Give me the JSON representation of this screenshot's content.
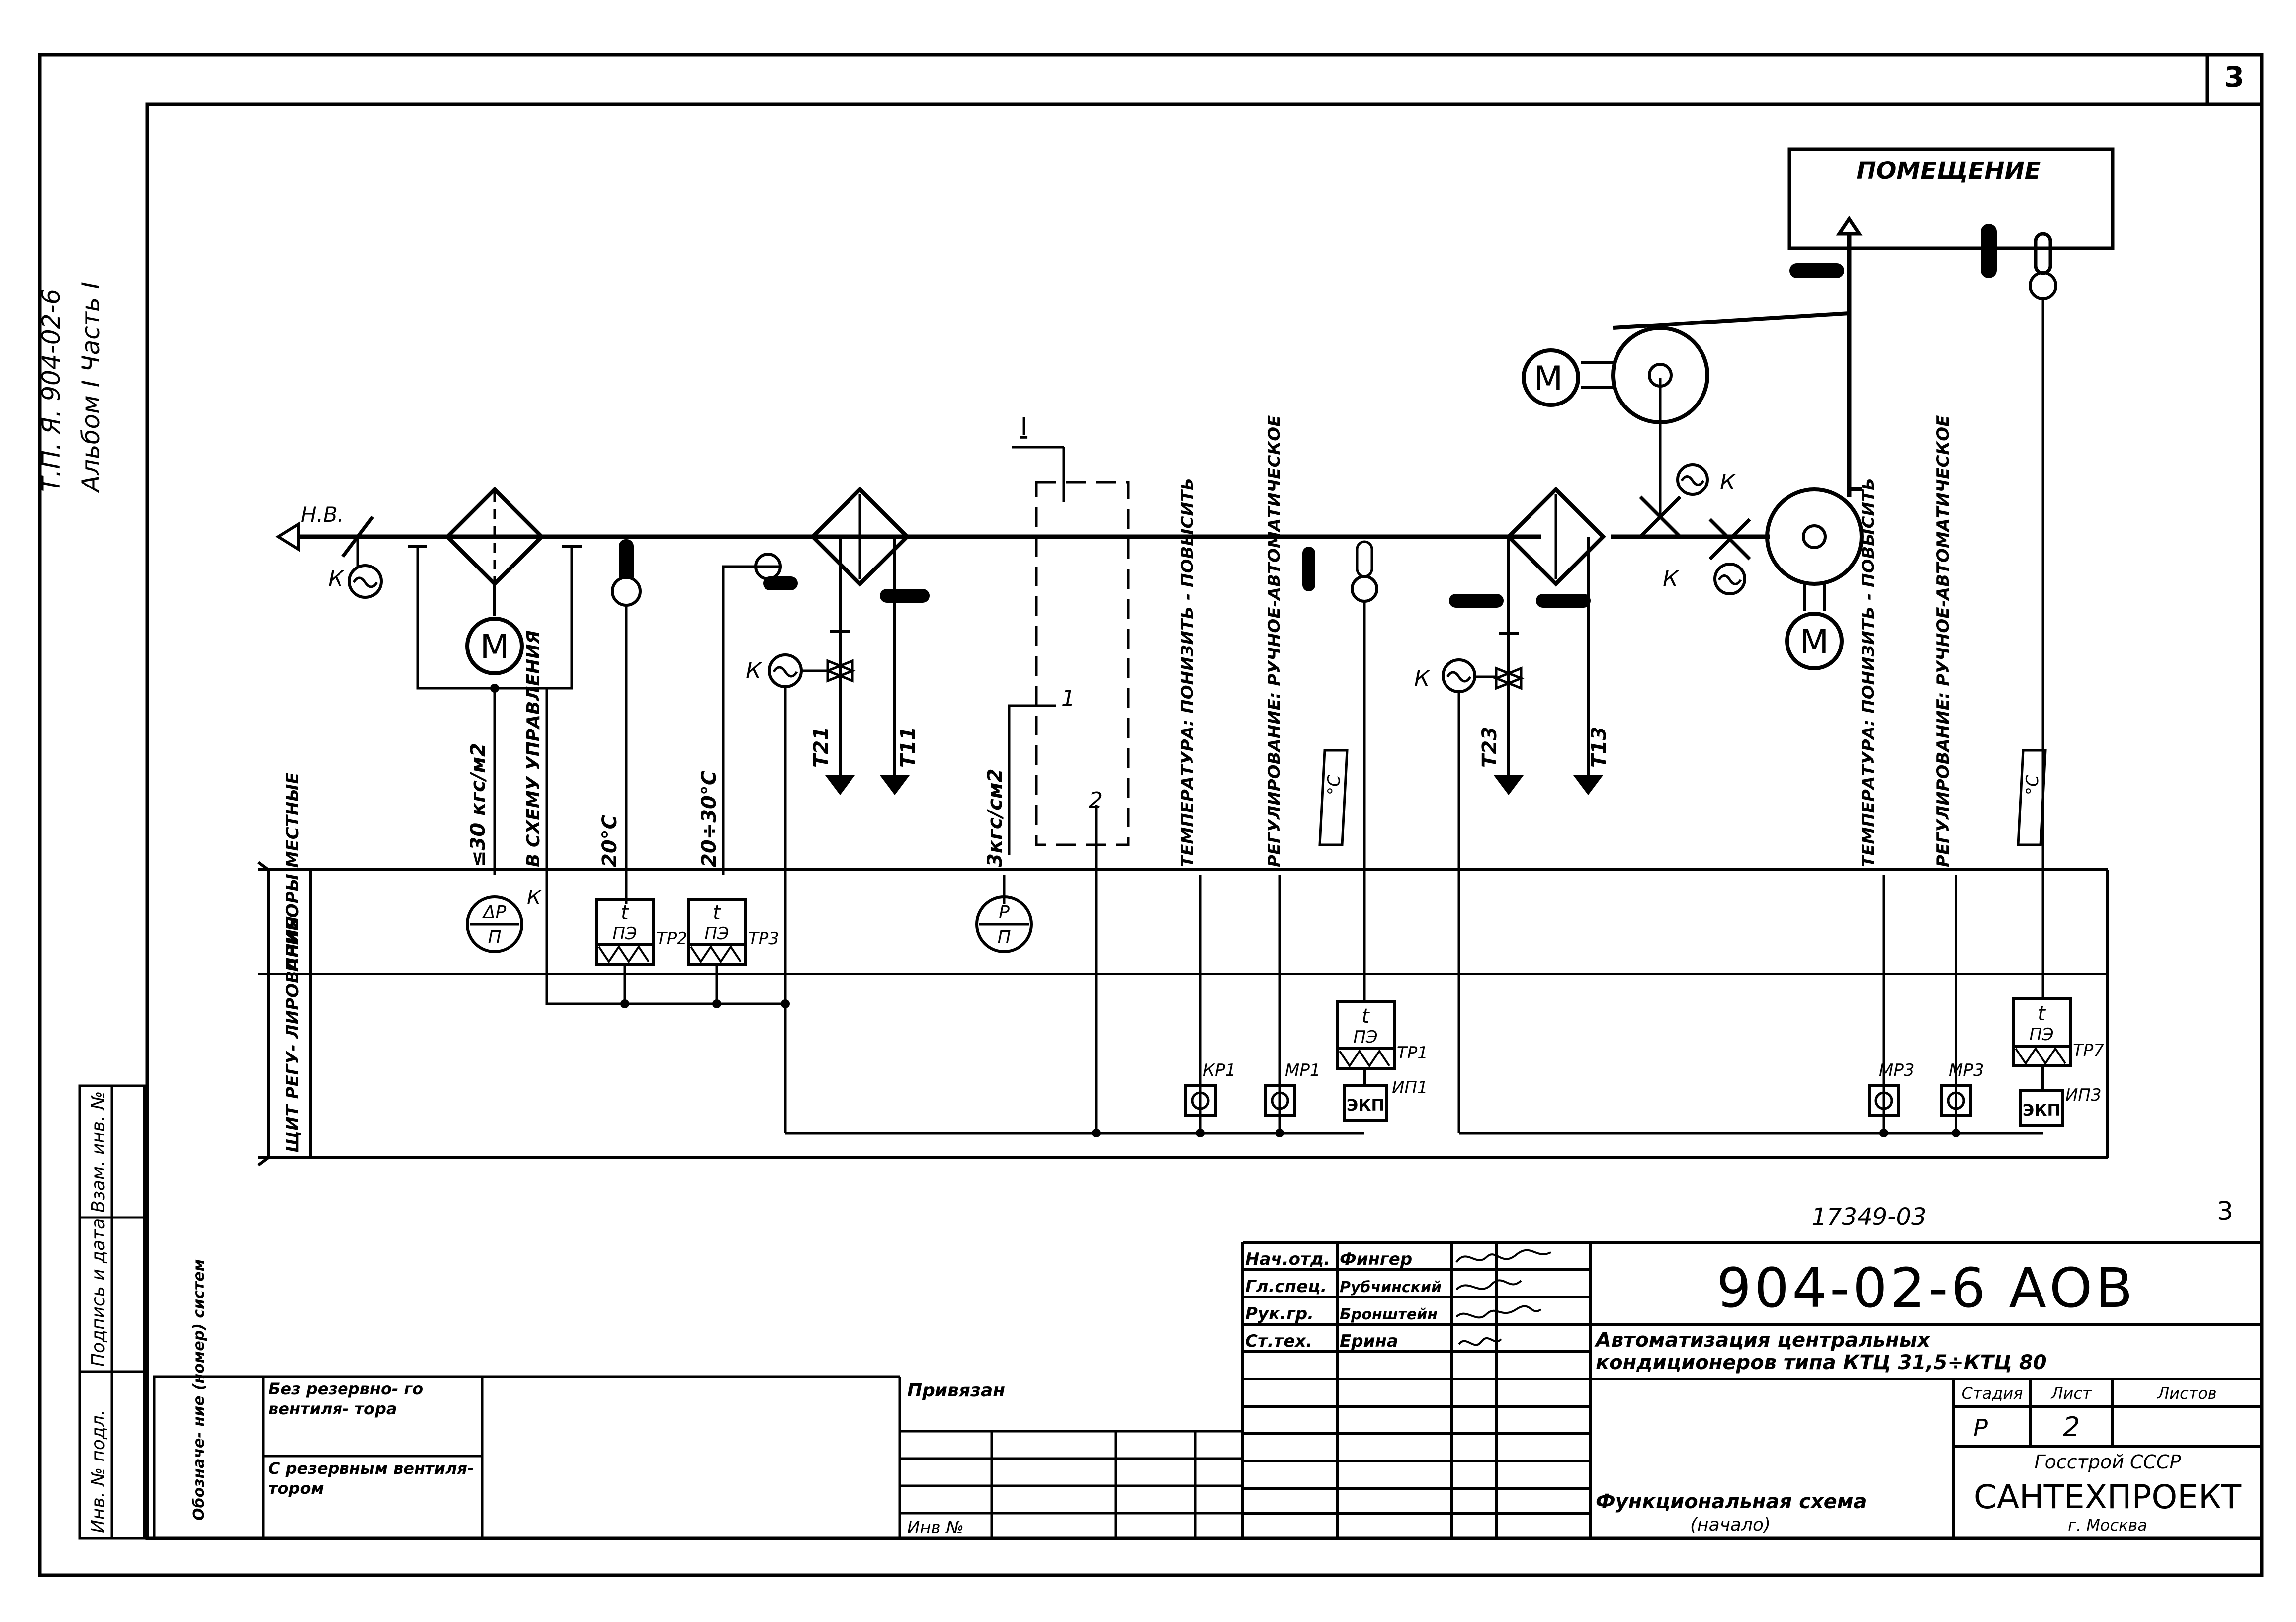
{
  "sheet": {
    "corner_number": "3",
    "bottom_sheet_number": "3",
    "side_label_1": "Т.П. Я. 904-02-6",
    "side_label_2": "Альбом I Часть I",
    "stamp_number": "17349-03"
  },
  "left_stamp": {
    "cells": [
      "Инв. № подл.",
      "Подпись и дата",
      "Взам. инв. №"
    ]
  },
  "diagram": {
    "inlet_label": "Н.В.",
    "room_label": "ПОМЕЩЕНИЕ",
    "section_label": "I",
    "motor_label": "М",
    "valve_actuator_label": "К",
    "point_1": "1",
    "point_2": "2",
    "line_labels": {
      "pressure_drop": "≤30 кгс/м2",
      "control_scheme": "В СХЕМУ УПРАВЛЕНИЯ",
      "temp_20": "20°С",
      "temp_range": "20÷30°С",
      "pressure": "3кгс/см2",
      "t11": "Т11",
      "t21": "Т21",
      "t13": "Т13",
      "t23": "Т23",
      "temp_select_1": "ТЕМПЕРАТУРА: ПОНИЗИТЬ - ПОВЫСИТЬ",
      "regulation_1": "РЕГУЛИРОВАНИЕ: РУЧНОЕ-АВТОМАТИЧЕСКОЕ",
      "temp_select_2": "ТЕМПЕРАТУРА: ПОНИЗИТЬ - ПОВЫСИТЬ",
      "regulation_2": "РЕГУЛИРОВАНИЕ: РУЧНОЕ-АВТОМАТИЧЕСКОЕ",
      "unit_c": "°С"
    },
    "rows": {
      "local": "ПРИБОРЫ МЕСТНЫЕ",
      "panel": "ЩИТ РЕГУ- ЛИРОВАНИЯ"
    },
    "instruments": {
      "dp_top": "ΔР",
      "dp_bottom": "П",
      "dp_k": "К",
      "p_top": "Р",
      "p_bottom": "П",
      "t_sym": "t",
      "pi": "ПЭ",
      "tr2": "ТР2",
      "tr3": "ТР3",
      "tr1": "ТР1",
      "tr7": "ТР7",
      "kp1": "КР1",
      "mp1": "МР1",
      "ip1": "ИП1",
      "mp3a": "МР3",
      "mp3b": "МР3",
      "ip3": "ИП3",
      "ekp": "ЭКП"
    }
  },
  "title_block": {
    "signatures": [
      {
        "role": "Нач.отд.",
        "name": "Фингер"
      },
      {
        "role": "Гл.спец.",
        "name": "Рубчинский"
      },
      {
        "role": "Рук.гр.",
        "name": "Бронштейн"
      },
      {
        "role": "Ст.тех.",
        "name": "Ерина"
      }
    ],
    "doc_code": "904-02-6 АОВ",
    "title_line1": "Автоматизация центральных",
    "title_line2": "кондиционеров типа КТЦ 31,5÷КТЦ 80",
    "stage_header": "Стадия",
    "sheet_header": "Лист",
    "sheets_header": "Листов",
    "stage": "Р",
    "sheet": "2",
    "drawing_name": "Функциональная схема",
    "drawing_sub": "(начало)",
    "org1": "Госстрой СССР",
    "org2": "САНТЕХПРОЕКТ",
    "org3": "г. Москва",
    "attached": "Привязан",
    "inv": "Инв №",
    "system_header": "Обозначе- ние (номер) систем",
    "sys_row1": "Без резервно- го вентиля- тора",
    "sys_row2": "С резервным вентиля- тором"
  }
}
